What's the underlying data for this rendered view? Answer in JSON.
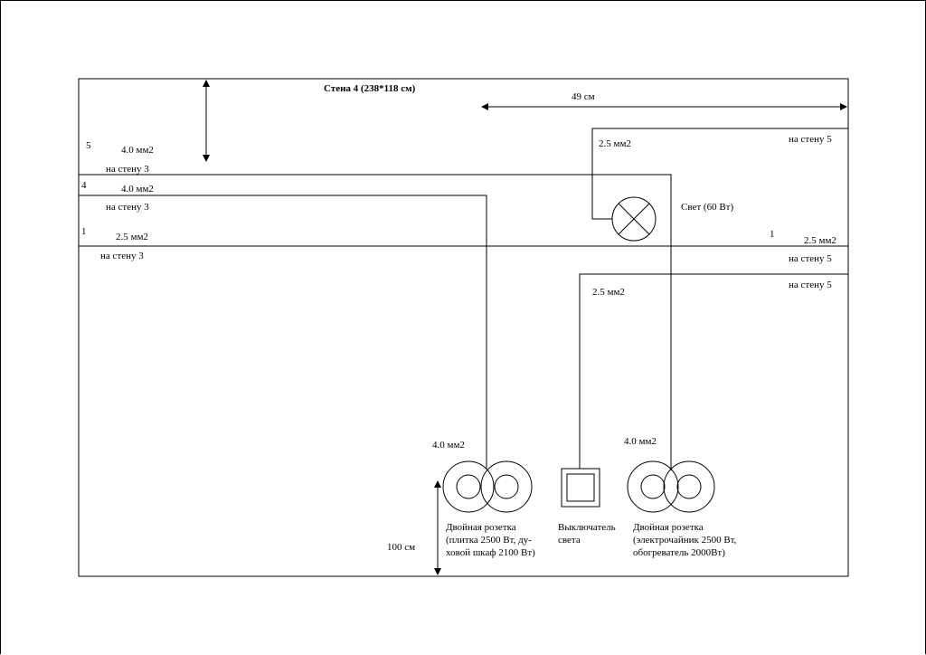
{
  "title": "Стена 4 (238*118 см)",
  "dimensions": {
    "width_label": "49 см",
    "height_label": "100 см"
  },
  "wires": {
    "w5": {
      "num": "5",
      "gauge": "4.0 мм2",
      "dest": "на стену 3"
    },
    "w4": {
      "num": "4",
      "gauge": "4.0 мм2",
      "dest": "на стену 3"
    },
    "w1": {
      "num": "1",
      "gauge": "2.5 мм2",
      "dest": "на стену 3"
    },
    "w1_right": {
      "num": "1",
      "gauge": "2.5 мм2"
    },
    "light_wire": {
      "gauge": "2.5 мм2",
      "dest": "на стену 5"
    },
    "wall5_a": {
      "dest": "на стену 5"
    },
    "switch_wire": {
      "gauge": "2.5 мм2",
      "dest": "на стену 5"
    },
    "socket1_wire": {
      "gauge": "4.0 мм2"
    },
    "socket2_wire": {
      "gauge": "4.0 мм2"
    }
  },
  "devices": {
    "light": {
      "label": "Свет (60 Вт)"
    },
    "socket1": {
      "label_lines": [
        "Двойная розетка",
        "(плитка 2500 Вт, ду-",
        "ховой шкаф 2100 Вт)"
      ]
    },
    "switch": {
      "label_lines": [
        "Выключатель",
        "света"
      ]
    },
    "socket2": {
      "label_lines": [
        "Двойная розетка",
        "(электрочайник 2500 Вт,",
        "обогреватель 2000Вт)"
      ]
    }
  }
}
